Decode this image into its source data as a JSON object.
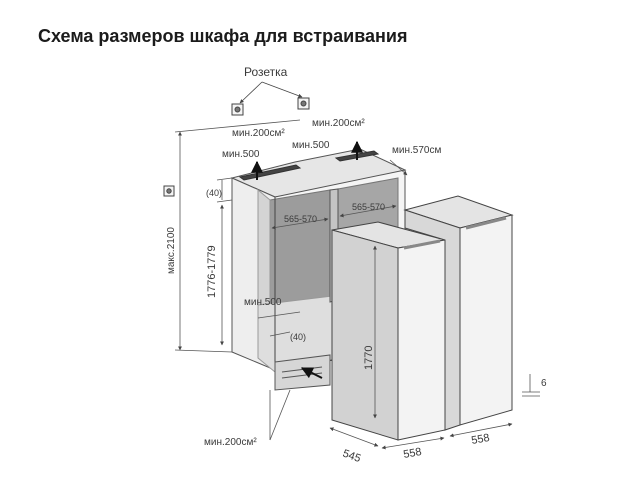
{
  "title": "Схема размеров шкафа для встраивания",
  "socket_label": "Розетка",
  "top_vent_left_area": "мин.200см²",
  "top_vent_right_area": "мин.200см²",
  "top_depth_left": "мин.500",
  "top_depth_right": "мин.500",
  "niche_depth": "мин.570см",
  "gap_top": "(40)",
  "gap_bottom": "(40)",
  "inner_width_left": "565-570",
  "inner_width_right": "565-570",
  "max_height": "макс.2100",
  "niche_height": "1776-1779",
  "bottom_depth": "мин.500",
  "appliance_height": "1770",
  "bottom_vent_area": "мин.200см²",
  "unit_depth": "545",
  "unit_width_left": "558",
  "unit_width_right": "558",
  "plinth_gap": "6"
}
